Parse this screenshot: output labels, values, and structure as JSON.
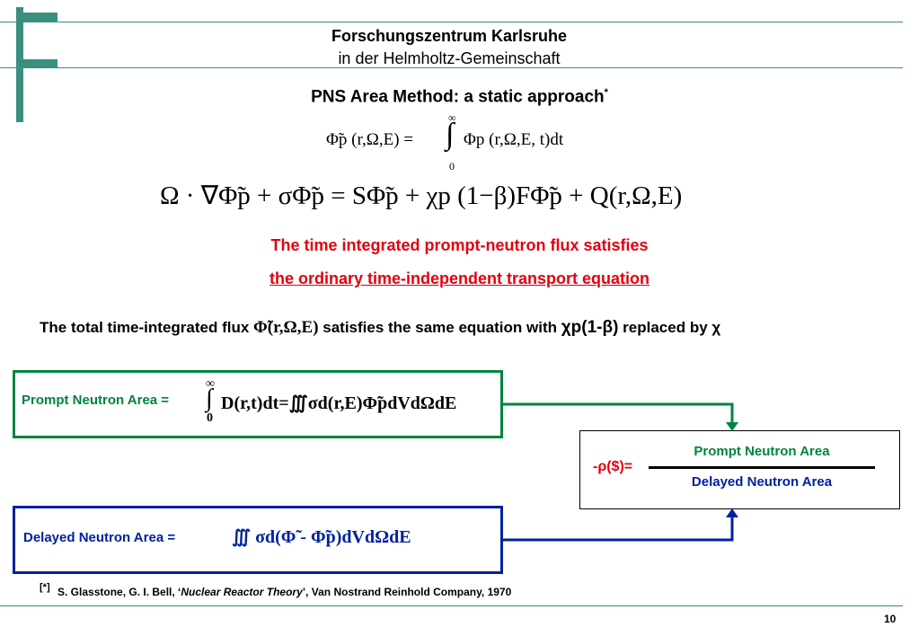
{
  "header": {
    "org_line1": "Forschungszentrum Karlsruhe",
    "org_line2": "in der Helmholtz-Gemeinschaft"
  },
  "title": {
    "text": "PNS Area Method: a static approach",
    "footnote_mark": "*"
  },
  "equations": {
    "integral_def_lhs": "Φ̃p (r,Ω,E) =",
    "integral_def_rhs": "Φp (r,Ω,E, t)dt",
    "integral_upper": "∞",
    "integral_lower": "0",
    "transport": "Ω · ∇Φ̃p + σΦ̃p = SΦ̃p + χp (1−β)FΦ̃p + Q(r,Ω,E)"
  },
  "highlight": {
    "line1": "The time integrated prompt-neutron flux satisfies",
    "line2": "the ordinary time-independent transport equation"
  },
  "statement": {
    "prefix": "The total time-integrated flux",
    "flux": "Φ̃(r,Ω,E)",
    "middle": "satisfies the same equation with",
    "chi_p": "χp(1-β)",
    "suffix": "replaced by χ"
  },
  "prompt_box": {
    "label": "Prompt Neutron Area =",
    "formula": "D(r,t)dt=∭σd(r,E)Φ̃pdVdΩdE",
    "upper": "∞",
    "lower": "0"
  },
  "delayed_box": {
    "label": "Delayed Neutron Area =",
    "formula": "∭ σd(Φ̃ - Φ̃p)dVdΩdE"
  },
  "ratio_box": {
    "lhs": "-ρ($)=",
    "numerator": "Prompt Neutron Area",
    "denominator": "Delayed Neutron Area"
  },
  "reference": {
    "mark": "[*]",
    "text_before": "S. Glasstone, G. I. Bell, ‘",
    "book": "Nuclear Reactor Theory",
    "text_after": "’, Van Nostrand Reinhold Company, 1970"
  },
  "page_number": "10",
  "colors": {
    "logo": "#3a8f7e",
    "red": "#e3000f",
    "green_box": "#00843d",
    "blue_box": "#00209f"
  }
}
